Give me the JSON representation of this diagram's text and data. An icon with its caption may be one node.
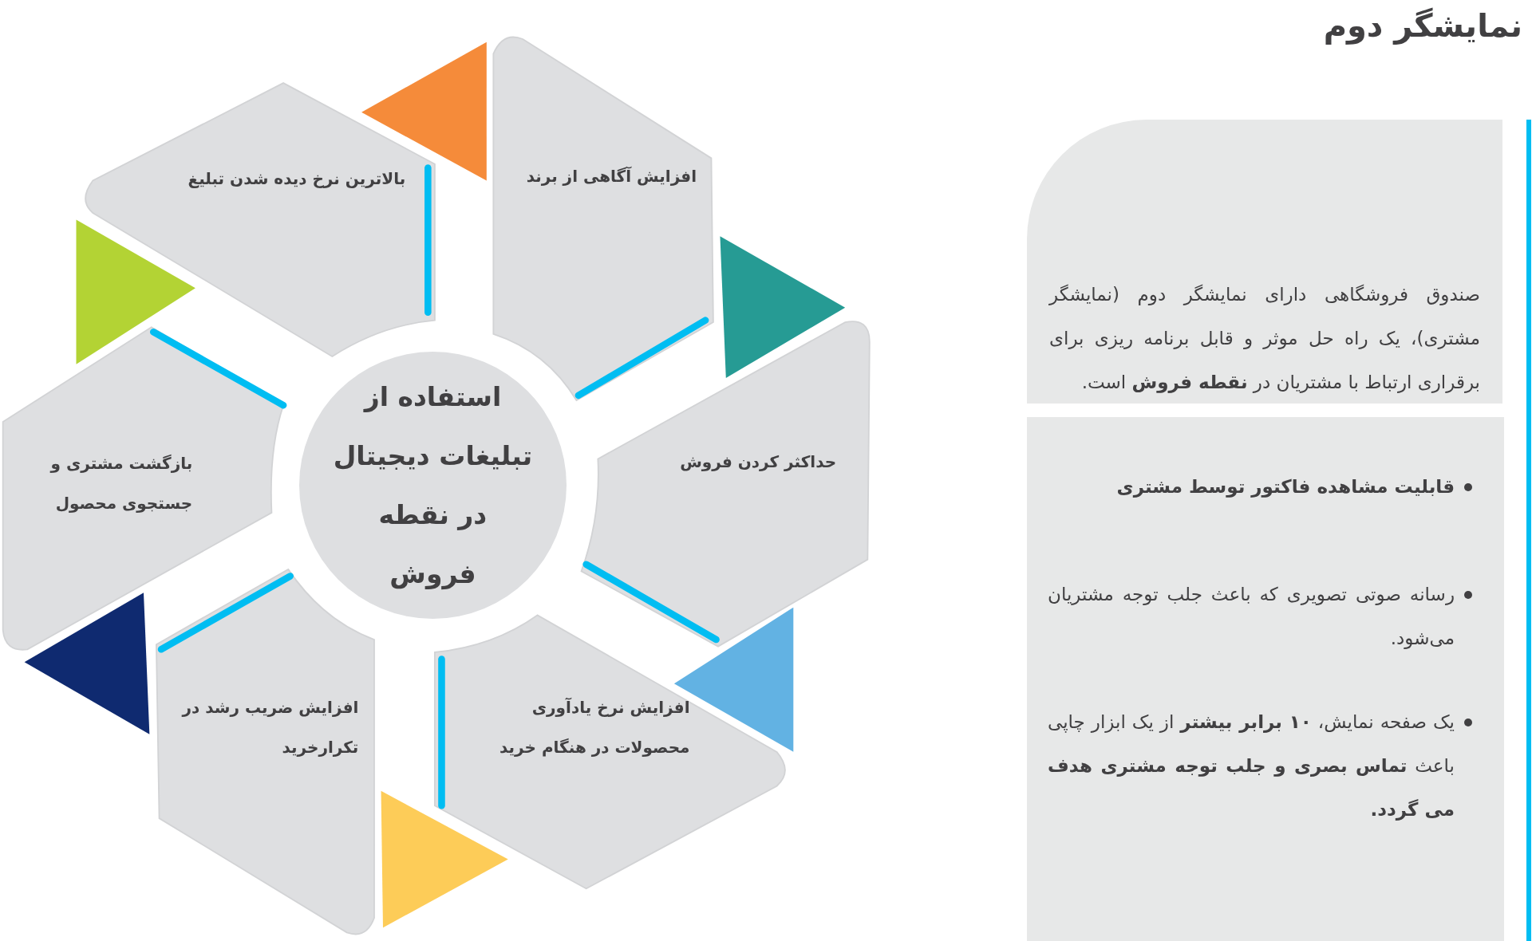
{
  "diagram": {
    "title": "نمایشگر دوم",
    "nodes": [
      {
        "text": [
          "استفاده از تبلیغات دیجیتال در نقطه فروش"
        ]
      },
      {
        "text": [
          "بالاترین نرخ دیده شدن تبلیغ"
        ]
      },
      {
        "text": [
          "افزایش آگاهی از برند"
        ]
      },
      {
        "text": [
          "حداکثر کردن فروش"
        ]
      },
      {
        "text": [
          "افزایش نرخ یادآوری محصولات در هنگام خرید"
        ]
      },
      {
        "text": [
          "افزایش ضریب رشد در تکرارخرید"
        ]
      },
      {
        "text": [
          "بازگشت مشتری و جستجوی محصول"
        ]
      },
      {
        "text": [
          "صندوق فروشگاهی دارای نمایشگر دوم (نمایشگر مشتری)، یک راه حل موثر و قابل برنامه ریزی برای برقراری ارتباط با مشتریان در **نقطه فروش** است."
        ]
      },
      {
        "text": [
          "قابلیت مشاهده فاکتور توسط مشتری",
          "رسانه صوتی تصویری که باعث جلب توجه مشتریان می‌شود.",
          "یک صفحه نمایش، **۱۰ برابر بیشتر** از یک ابزار چاپی باعث **تماس بصری و جلب توجه مشتری هدف می گردد.**"
        ]
      }
    ]
  }
}
